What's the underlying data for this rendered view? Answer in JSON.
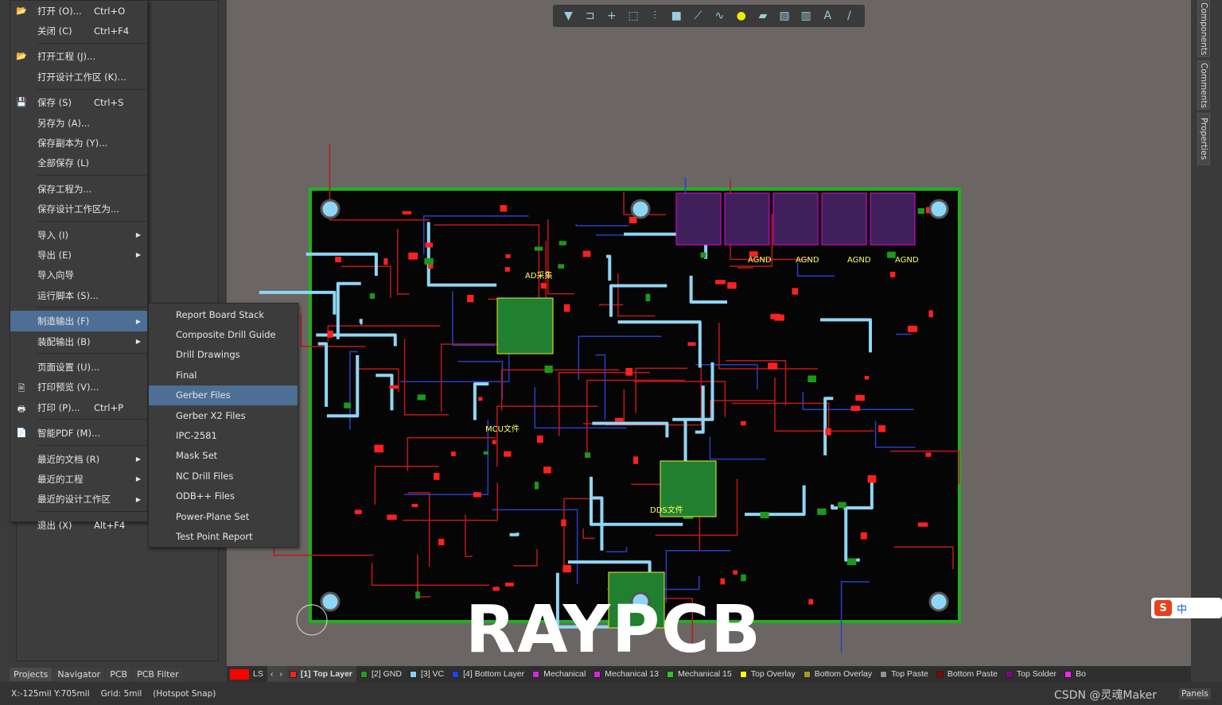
{
  "file_menu": {
    "items": [
      {
        "label": "打开 (O)...",
        "shortcut": "Ctrl+O",
        "icon": "folder-open-icon"
      },
      {
        "label": "关闭 (C)",
        "shortcut": "Ctrl+F4"
      },
      {
        "sep": true
      },
      {
        "label": "打开工程 (J)...",
        "icon": "project-open-icon"
      },
      {
        "label": "打开设计工作区 (K)..."
      },
      {
        "sep": true
      },
      {
        "label": "保存 (S)",
        "shortcut": "Ctrl+S",
        "icon": "save-icon"
      },
      {
        "label": "另存为 (A)..."
      },
      {
        "label": "保存副本为 (Y)..."
      },
      {
        "label": "全部保存 (L)"
      },
      {
        "sep": true
      },
      {
        "label": "保存工程为..."
      },
      {
        "label": "保存设计工作区为..."
      },
      {
        "sep": true
      },
      {
        "label": "导入 (I)",
        "submenu": true
      },
      {
        "label": "导出 (E)",
        "submenu": true
      },
      {
        "label": "导入向导"
      },
      {
        "label": "运行脚本 (S)..."
      },
      {
        "sep": true
      },
      {
        "label": "制造输出 (F)",
        "submenu": true,
        "highlighted": true
      },
      {
        "label": "装配输出 (B)",
        "submenu": true
      },
      {
        "sep": true
      },
      {
        "label": "页面设置 (U)..."
      },
      {
        "label": "打印预览 (V)...",
        "icon": "print-preview-icon"
      },
      {
        "label": "打印 (P)...",
        "shortcut": "Ctrl+P",
        "icon": "print-icon"
      },
      {
        "sep": true
      },
      {
        "label": "智能PDF (M)...",
        "icon": "pdf-icon"
      },
      {
        "sep": true
      },
      {
        "label": "最近的文档 (R)",
        "submenu": true
      },
      {
        "label": "最近的工程",
        "submenu": true
      },
      {
        "label": "最近的设计工作区",
        "submenu": true
      },
      {
        "sep": true
      },
      {
        "label": "退出 (X)",
        "shortcut": "Alt+F4"
      }
    ]
  },
  "fab_submenu": {
    "items": [
      {
        "label": "Report Board Stack"
      },
      {
        "label": "Composite Drill Guide"
      },
      {
        "label": "Drill Drawings"
      },
      {
        "label": "Final"
      },
      {
        "label": "Gerber Files",
        "highlighted": true
      },
      {
        "label": "Gerber X2 Files"
      },
      {
        "label": "IPC-2581"
      },
      {
        "label": "Mask Set"
      },
      {
        "label": "NC Drill Files"
      },
      {
        "label": "ODB++ Files"
      },
      {
        "label": "Power-Plane Set"
      },
      {
        "label": "Test Point Report"
      }
    ]
  },
  "toolbar": {
    "icons": [
      "filter-icon",
      "route-icon",
      "cross-icon",
      "select-rect-icon",
      "align-icon",
      "component-icon",
      "interactive-route-icon",
      "diff-pair-icon",
      "via-icon",
      "polygon-icon",
      "keepout-icon",
      "dimension-icon",
      "text-icon",
      "line-icon"
    ]
  },
  "right_tabs": [
    "Components",
    "Comments",
    "Properties"
  ],
  "panel_tabs": [
    "Projects",
    "Navigator",
    "PCB",
    "PCB Filter"
  ],
  "layer_bar": {
    "ls_label": "LS",
    "layers": [
      {
        "name": "[1] Top Layer",
        "color": "#ff2020",
        "active": true
      },
      {
        "name": "[2] GND",
        "color": "#1f9d1f"
      },
      {
        "name": "[3] VC",
        "color": "#7fd3f7"
      },
      {
        "name": "[4] Bottom Layer",
        "color": "#2040ff"
      },
      {
        "name": "Mechanical",
        "color": "#e020e0"
      },
      {
        "name": "Mechanical 13",
        "color": "#e020e0"
      },
      {
        "name": "Mechanical 15",
        "color": "#30c030"
      },
      {
        "name": "Top Overlay",
        "color": "#ffff00"
      },
      {
        "name": "Bottom Overlay",
        "color": "#a0a020"
      },
      {
        "name": "Top Paste",
        "color": "#909090"
      },
      {
        "name": "Bottom Paste",
        "color": "#8b0000"
      },
      {
        "name": "Top Solder",
        "color": "#8a008a"
      },
      {
        "name": "Bo",
        "color": "#ff20ff"
      }
    ]
  },
  "status": {
    "coords": "X:-125mil Y:705mil",
    "grid": "Grid: 5mil",
    "snap": "(Hotspot Snap)",
    "panels": "Panels"
  },
  "watermark": "RAYPCB",
  "csdn": "CSDN @灵魂Maker",
  "ime": {
    "logo": "S",
    "lang": "中"
  },
  "board_labels": [
    "AGND",
    "AGND",
    "AGND",
    "AGND",
    "MCU文件",
    "DDS文件",
    "AD采集"
  ]
}
